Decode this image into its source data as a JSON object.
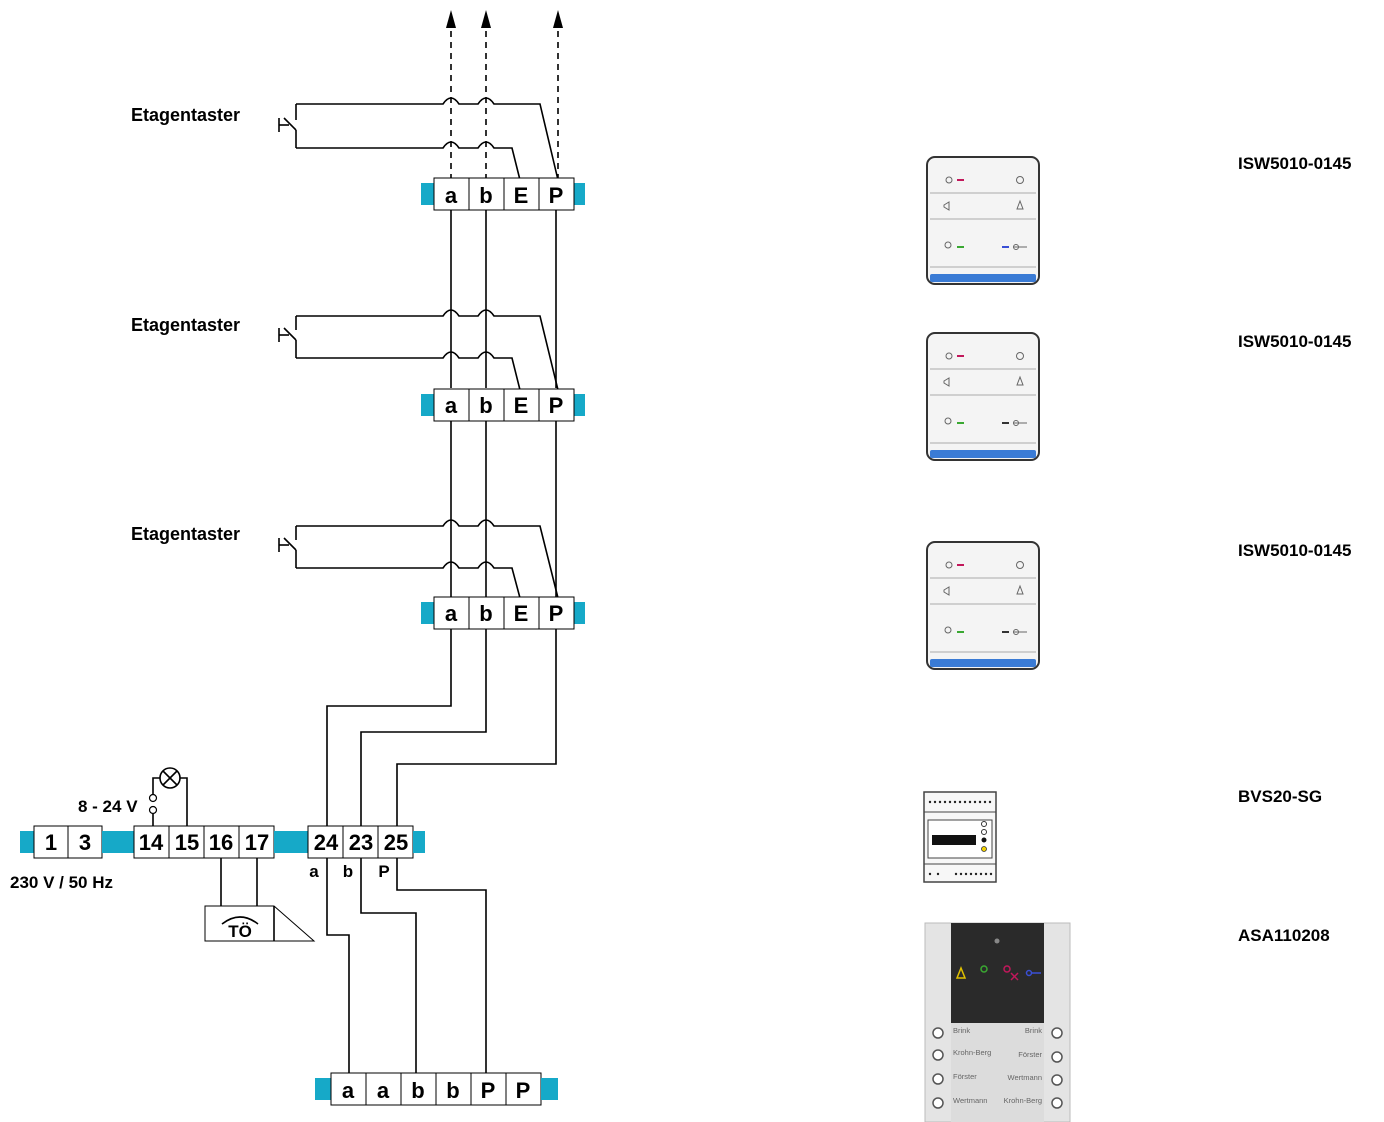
{
  "floor_switch_label": "Etagentaster",
  "floors": [
    {
      "terminals": [
        "a",
        "b",
        "E",
        "P"
      ],
      "device_model": "ISW5010-0145"
    },
    {
      "terminals": [
        "a",
        "b",
        "E",
        "P"
      ],
      "device_model": "ISW5010-0145"
    },
    {
      "terminals": [
        "a",
        "b",
        "E",
        "P"
      ],
      "device_model": "ISW5010-0145"
    }
  ],
  "power_supply": {
    "terminals": [
      "1",
      "3",
      "14",
      "15",
      "16",
      "17",
      "24",
      "23",
      "25"
    ],
    "mains_label": "230 V / 50 Hz",
    "lamp_voltage_label": "8 - 24 V",
    "output_labels": [
      "a",
      "b",
      "P"
    ],
    "door_opener_label": "TÖ",
    "model": "BVS20-SG"
  },
  "outdoor_station": {
    "terminals": [
      "a",
      "a",
      "b",
      "b",
      "P",
      "P"
    ],
    "model": "ASA110208",
    "names_left": [
      "Brink",
      "Krohn-Berg",
      "Förster",
      "Wertmann"
    ],
    "names_right": [
      "Brink",
      "Förster",
      "Wertmann",
      "Krohn-Berg"
    ]
  },
  "colors": {
    "rail": "#16a9c8",
    "device_accent": "#3a7bd5",
    "door_panel": "#2a2a2a"
  }
}
